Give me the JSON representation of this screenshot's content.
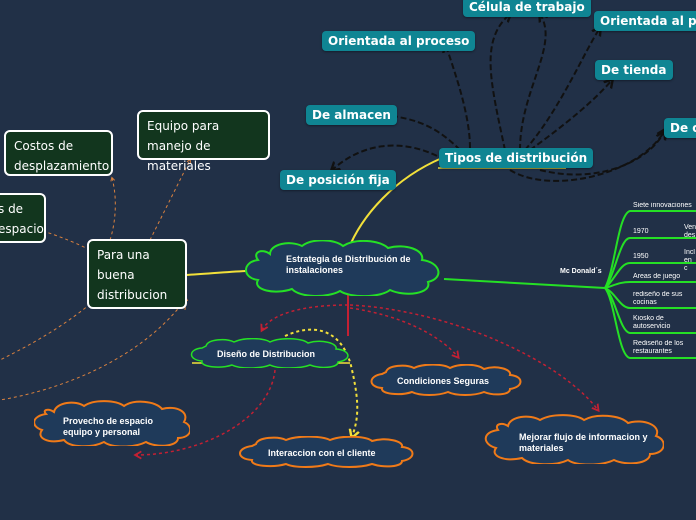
{
  "central": {
    "title": "Estrategia de Distribución de instalaciones"
  },
  "tipos": {
    "label": "Tipos de distribución"
  },
  "tipos_children": {
    "celula": "Célula de trabajo",
    "orientada_proceso": "Orientada al proceso",
    "orientada_producto": "Orientada al proc",
    "tienda": "De tienda",
    "almacen": "De almacen",
    "posicion_fija": "De posición fija",
    "oficina": "De o"
  },
  "para": {
    "label": "Para una buena distribucion"
  },
  "para_children": {
    "costos": "Costos de desplazamiento",
    "equipo": "Equipo para manejo de materiales",
    "espacio": "s de espacio"
  },
  "mcdonalds": {
    "label": "Mc Donald´s",
    "items": [
      {
        "label": "Siete innovaciones"
      },
      {
        "label": "1970",
        "sub": "Ven des"
      },
      {
        "label": "1950",
        "sub": "Incl en c"
      },
      {
        "label": "Areas de juego"
      },
      {
        "label": "rediseño de sus cocinas"
      },
      {
        "label": "Kiosko de autoservicio"
      },
      {
        "label": "Rediseño de los restaurantes"
      }
    ]
  },
  "diseno": {
    "label": "Diseño de Distribucion"
  },
  "diseno_children": {
    "condiciones": "Condiciones Seguras",
    "mejorar": "Mejorar flujo de informacion y materiales",
    "provecho": "Provecho de espacio equipo y personal",
    "interaccion": "Interaccion con el cliente"
  },
  "colors": {
    "background": "#213047",
    "teal_node": "#0f8593",
    "green_node": "#12361e",
    "yellow_link": "#f2e03a",
    "red_link": "#c42033",
    "green_link": "#25e025",
    "orange_border": "#f07a18",
    "cloud_fill": "#1f3a5a"
  }
}
